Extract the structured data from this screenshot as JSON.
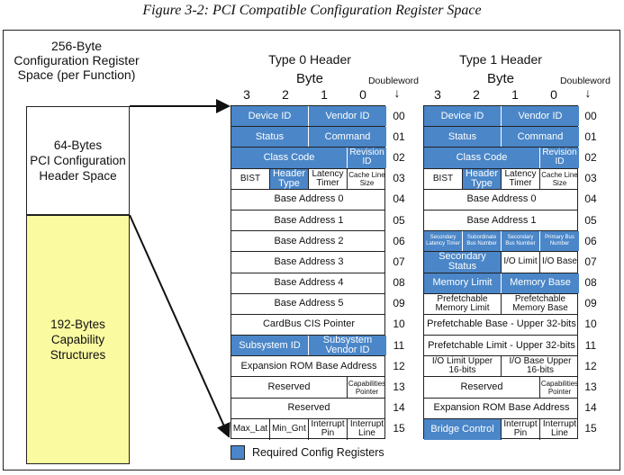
{
  "caption": "Figure 3-2: PCI Compatible Configuration Register Space",
  "left": {
    "title_lines": [
      "256-Byte",
      "Configuration Register",
      "Space (per Function)"
    ],
    "top_box_lines": [
      "64-Bytes",
      "PCI Configuration",
      "Header Space"
    ],
    "bottom_box_lines": [
      "192-Bytes",
      "Capability",
      "Structures"
    ]
  },
  "colors": {
    "required": "#4a86c8",
    "capability": "#fafaa0"
  },
  "type0": {
    "title": "Type 0 Header",
    "byte_label": "Byte",
    "dw_label": "Doubleword",
    "byte_numbers": [
      "3",
      "2",
      "1",
      "0"
    ],
    "rows": [
      {
        "dw": "00",
        "cells": [
          {
            "t": "Device ID",
            "span": 2,
            "blue": true
          },
          {
            "t": "Vendor ID",
            "span": 2,
            "blue": true
          }
        ]
      },
      {
        "dw": "01",
        "cells": [
          {
            "t": "Status",
            "span": 2,
            "blue": true
          },
          {
            "t": "Command",
            "span": 2,
            "blue": true
          }
        ]
      },
      {
        "dw": "02",
        "cells": [
          {
            "t": "Class Code",
            "span": 3,
            "blue": true
          },
          {
            "t": "Revision ID",
            "span": 1,
            "blue": true,
            "sz": "md"
          }
        ]
      },
      {
        "dw": "03",
        "cells": [
          {
            "t": "BIST",
            "span": 1,
            "sz": "md"
          },
          {
            "t": "Header Type",
            "span": 1,
            "blue": true
          },
          {
            "t": "Latency Timer",
            "span": 1,
            "sz": "md"
          },
          {
            "t": "Cache Line Size",
            "span": 1,
            "sz": "sm"
          }
        ]
      },
      {
        "dw": "04",
        "cells": [
          {
            "t": "Base Address 0",
            "span": 4
          }
        ]
      },
      {
        "dw": "05",
        "cells": [
          {
            "t": "Base Address 1",
            "span": 4
          }
        ]
      },
      {
        "dw": "06",
        "cells": [
          {
            "t": "Base Address 2",
            "span": 4
          }
        ]
      },
      {
        "dw": "07",
        "cells": [
          {
            "t": "Base Address 3",
            "span": 4
          }
        ]
      },
      {
        "dw": "08",
        "cells": [
          {
            "t": "Base Address 4",
            "span": 4
          }
        ]
      },
      {
        "dw": "09",
        "cells": [
          {
            "t": "Base Address 5",
            "span": 4
          }
        ]
      },
      {
        "dw": "10",
        "cells": [
          {
            "t": "CardBus CIS Pointer",
            "span": 4
          }
        ]
      },
      {
        "dw": "11",
        "cells": [
          {
            "t": "Subsystem ID",
            "span": 2,
            "blue": true
          },
          {
            "t": "Subsystem Vendor ID",
            "span": 2,
            "blue": true
          }
        ]
      },
      {
        "dw": "12",
        "cells": [
          {
            "t": "Expansion ROM Base Address",
            "span": 4
          }
        ]
      },
      {
        "dw": "13",
        "cells": [
          {
            "t": "Reserved",
            "span": 3
          },
          {
            "t": "Capabilities Pointer",
            "span": 1,
            "sz": "sm"
          }
        ]
      },
      {
        "dw": "14",
        "cells": [
          {
            "t": "Reserved",
            "span": 4
          }
        ]
      },
      {
        "dw": "15",
        "cells": [
          {
            "t": "Max_Lat",
            "span": 1,
            "sz": "md"
          },
          {
            "t": "Min_Gnt",
            "span": 1,
            "sz": "md"
          },
          {
            "t": "Interrupt Pin",
            "span": 1,
            "sz": "md"
          },
          {
            "t": "Interrupt Line",
            "span": 1,
            "sz": "md"
          }
        ]
      }
    ]
  },
  "type1": {
    "title": "Type 1 Header",
    "byte_label": "Byte",
    "dw_label": "Doubleword",
    "byte_numbers": [
      "3",
      "2",
      "1",
      "0"
    ],
    "rows": [
      {
        "dw": "00",
        "cells": [
          {
            "t": "Device ID",
            "span": 2,
            "blue": true
          },
          {
            "t": "Vendor ID",
            "span": 2,
            "blue": true
          }
        ]
      },
      {
        "dw": "01",
        "cells": [
          {
            "t": "Status",
            "span": 2,
            "blue": true
          },
          {
            "t": "Command",
            "span": 2,
            "blue": true
          }
        ]
      },
      {
        "dw": "02",
        "cells": [
          {
            "t": "Class Code",
            "span": 3,
            "blue": true
          },
          {
            "t": "Revision ID",
            "span": 1,
            "blue": true,
            "sz": "md"
          }
        ]
      },
      {
        "dw": "03",
        "cells": [
          {
            "t": "BIST",
            "span": 1,
            "sz": "md"
          },
          {
            "t": "Header Type",
            "span": 1,
            "blue": true
          },
          {
            "t": "Latency Timer",
            "span": 1,
            "sz": "md"
          },
          {
            "t": "Cache Line Size",
            "span": 1,
            "sz": "sm"
          }
        ]
      },
      {
        "dw": "04",
        "cells": [
          {
            "t": "Base Address 0",
            "span": 4
          }
        ]
      },
      {
        "dw": "05",
        "cells": [
          {
            "t": "Base Address 1",
            "span": 4
          }
        ]
      },
      {
        "dw": "06",
        "cells": [
          {
            "t": "Secondary Latency Timer",
            "span": 1,
            "blue": true,
            "sz": "xs"
          },
          {
            "t": "Subordinate Bus Number",
            "span": 1,
            "blue": true,
            "sz": "xs"
          },
          {
            "t": "Secondary Bus Number",
            "span": 1,
            "blue": true,
            "sz": "xs"
          },
          {
            "t": "Primary Bus Number",
            "span": 1,
            "blue": true,
            "sz": "xs"
          }
        ]
      },
      {
        "dw": "07",
        "cells": [
          {
            "t": "Secondary Status",
            "span": 2,
            "blue": true
          },
          {
            "t": "I/O Limit",
            "span": 1,
            "sz": "md"
          },
          {
            "t": "I/O Base",
            "span": 1,
            "sz": "md"
          }
        ]
      },
      {
        "dw": "08",
        "cells": [
          {
            "t": "Memory Limit",
            "span": 2,
            "blue": true
          },
          {
            "t": "Memory Base",
            "span": 2,
            "blue": true
          }
        ]
      },
      {
        "dw": "09",
        "cells": [
          {
            "t": "Prefetchable Memory Limit",
            "span": 2,
            "sz": "md"
          },
          {
            "t": "Prefetchable Memory Base",
            "span": 2,
            "sz": "md"
          }
        ]
      },
      {
        "dw": "10",
        "cells": [
          {
            "t": "Prefetchable Base - Upper 32-bits",
            "span": 4
          }
        ]
      },
      {
        "dw": "11",
        "cells": [
          {
            "t": "Prefetchable Limit - Upper 32-bits",
            "span": 4
          }
        ]
      },
      {
        "dw": "12",
        "cells": [
          {
            "t": "I/O Limit Upper 16-bits",
            "span": 2,
            "sz": "md"
          },
          {
            "t": "I/O Base Upper 16-bits",
            "span": 2,
            "sz": "md"
          }
        ]
      },
      {
        "dw": "13",
        "cells": [
          {
            "t": "Reserved",
            "span": 3
          },
          {
            "t": "Capabilities Pointer",
            "span": 1,
            "sz": "sm"
          }
        ]
      },
      {
        "dw": "14",
        "cells": [
          {
            "t": "Expansion ROM Base Address",
            "span": 4
          }
        ]
      },
      {
        "dw": "15",
        "cells": [
          {
            "t": "Bridge Control",
            "span": 2,
            "blue": true
          },
          {
            "t": "Interrupt Pin",
            "span": 1,
            "sz": "md"
          },
          {
            "t": "Interrupt Line",
            "span": 1,
            "sz": "md"
          }
        ]
      }
    ]
  },
  "legend": {
    "label": "Required Config Registers"
  }
}
